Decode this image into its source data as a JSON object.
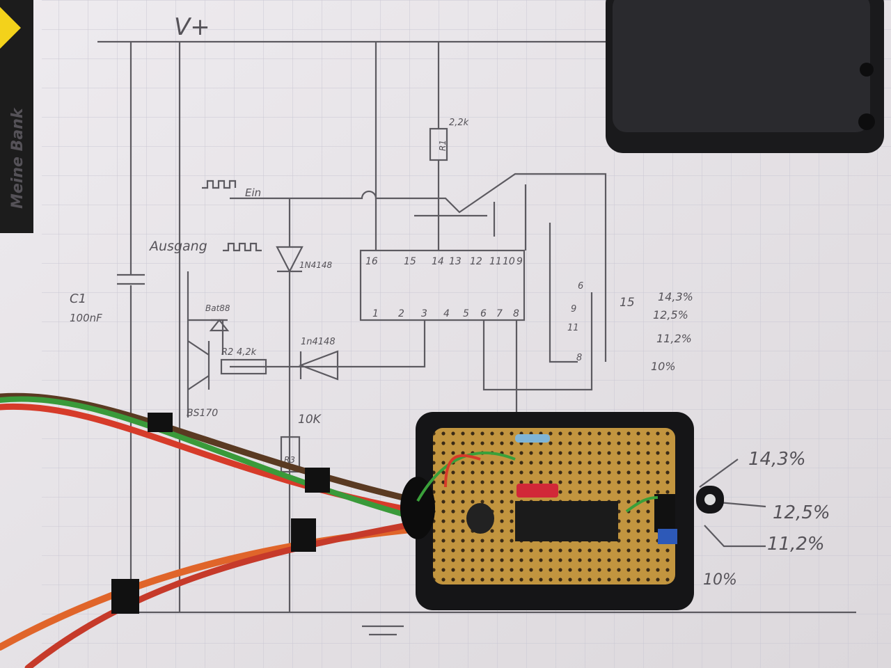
{
  "scene": {
    "brand_text": "Meine Bank",
    "supply_label": "V+",
    "input_label": "Ein",
    "output_label": "Ausgang",
    "r1": {
      "name": "R1",
      "value": "2,2k"
    },
    "r2": {
      "name": "R2",
      "value": "4,2k"
    },
    "r3": {
      "name": "R3",
      "value": "10K"
    },
    "c1": {
      "name": "C1",
      "value": "100nF"
    },
    "diode_top": "1N4148",
    "diode_mid": "1n4148",
    "schottky": "Bat88",
    "transistor": "BS170",
    "ic_pins_top": [
      "16",
      "15",
      "14",
      "13",
      "12",
      "11",
      "10",
      "9"
    ],
    "ic_pins_bottom": [
      "1",
      "2",
      "3",
      "4",
      "5",
      "6",
      "7",
      "8"
    ],
    "jumper_pins": [
      "6",
      "9",
      "11",
      "8"
    ],
    "pin15_label": "15",
    "ratios_schematic": [
      "14,3%",
      "12,5%",
      "11,2%",
      "10%"
    ],
    "ratios_board": [
      "14,3%",
      "12,5%",
      "11,2%",
      "10%"
    ]
  }
}
